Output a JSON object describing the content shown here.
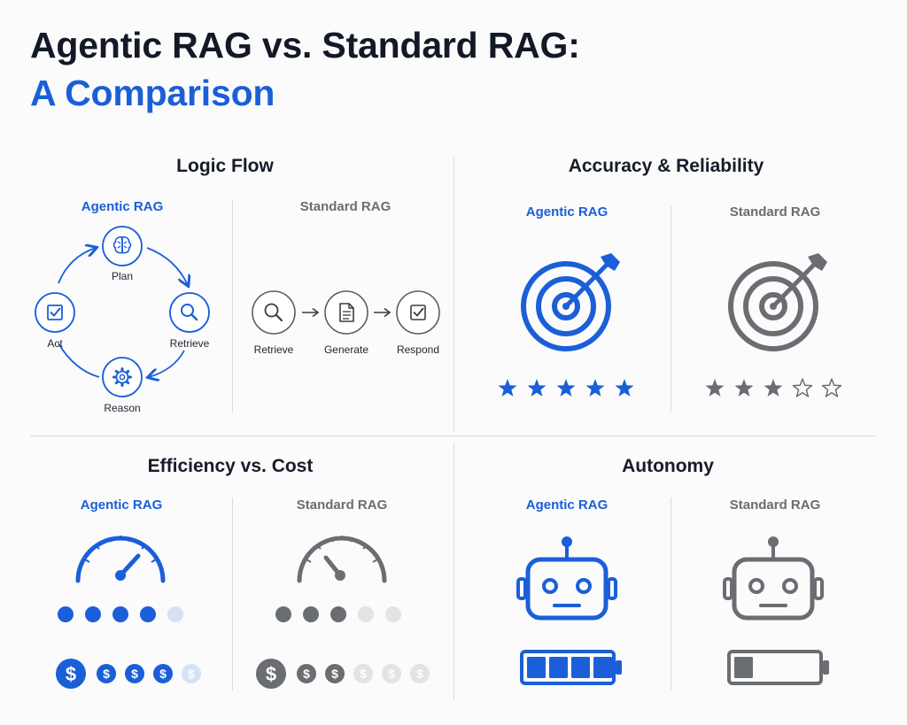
{
  "title": {
    "line1": "Agentic RAG vs. Standard RAG:",
    "line2": "A Comparison"
  },
  "colors": {
    "agentic": "#1a5fd8",
    "standard": "#6a6d72",
    "faded_blue": "#d5e1f7",
    "faded_gray": "#e2e3e5"
  },
  "labels": {
    "agentic": "Agentic RAG",
    "standard": "Standard RAG"
  },
  "sections": {
    "logic_flow": {
      "title": "Logic Flow",
      "agentic_steps": [
        "Plan",
        "Retrieve",
        "Reason",
        "Act"
      ],
      "standard_steps": [
        "Retrieve",
        "Generate",
        "Respond"
      ],
      "agentic_icons": [
        "brain-icon",
        "search-icon",
        "gear-icon",
        "checkbox-icon"
      ],
      "standard_icons": [
        "search-icon",
        "document-icon",
        "checkbox-icon"
      ]
    },
    "accuracy": {
      "title": "Accuracy & Reliability",
      "agentic_stars": 5,
      "standard_stars": 3,
      "max_stars": 5,
      "icon": "target-icon"
    },
    "efficiency": {
      "title": "Efficiency vs. Cost",
      "agentic_efficiency_dots": 4,
      "standard_efficiency_dots": 3,
      "max_dots": 5,
      "agentic_cost": 4,
      "standard_cost": 3,
      "max_cost": 6,
      "icon": "speedometer-icon"
    },
    "autonomy": {
      "title": "Autonomy",
      "agentic_battery_bars": 4,
      "standard_battery_bars": 1,
      "max_battery_bars": 4,
      "icon": "robot-icon"
    }
  }
}
